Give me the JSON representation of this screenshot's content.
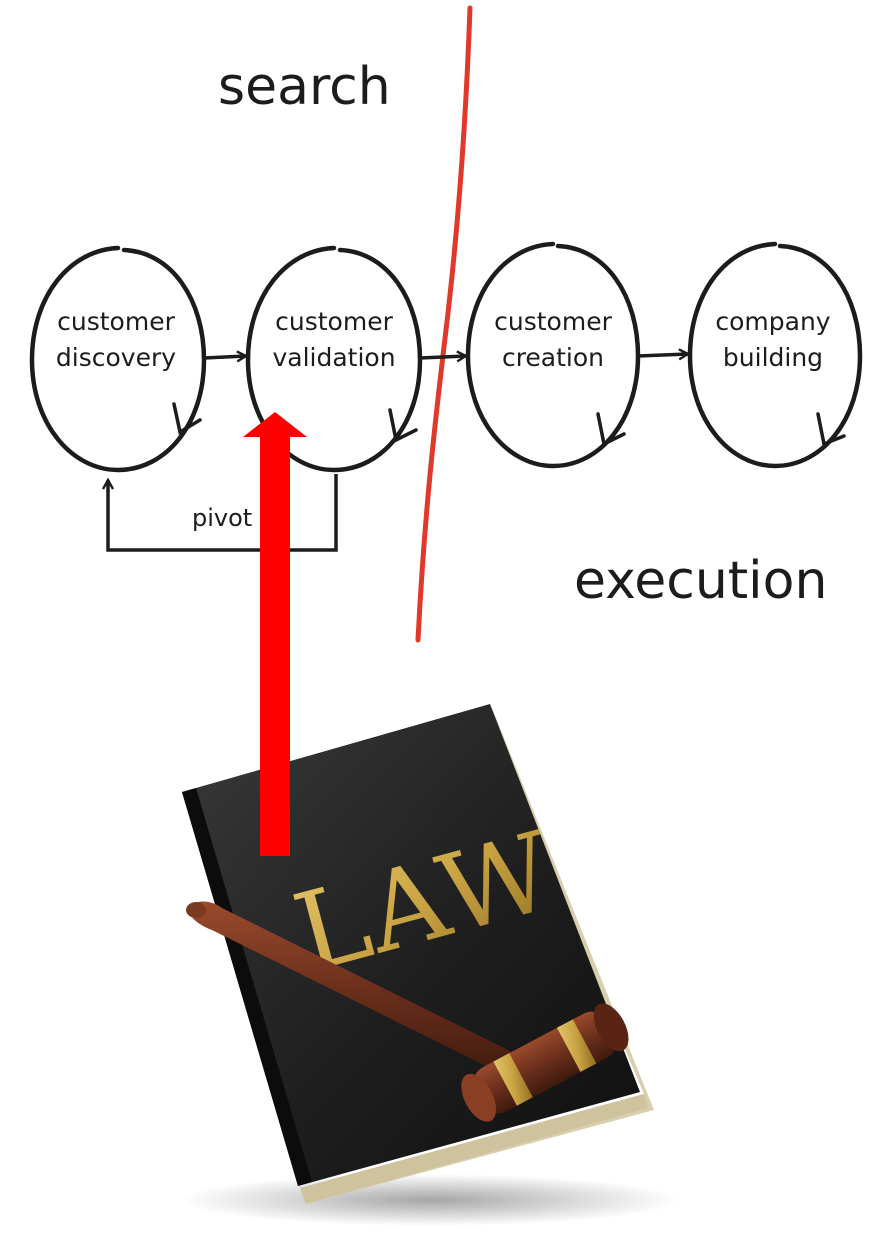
{
  "diagram": {
    "phases": {
      "search": "search",
      "execution": "execution"
    },
    "nodes": [
      {
        "line1": "customer",
        "line2": "discovery"
      },
      {
        "line1": "customer",
        "line2": "validation"
      },
      {
        "line1": "customer",
        "line2": "creation"
      },
      {
        "line1": "company",
        "line2": "building"
      }
    ],
    "pivot_label": "pivot",
    "divider_color": "#e0392b",
    "arrow_color": "#ff0000"
  },
  "illustration": {
    "book_title": "LAW",
    "book_color": "#1e1e1e",
    "gold_color": "#c9a343",
    "gavel_color": "#6b2f1c"
  }
}
